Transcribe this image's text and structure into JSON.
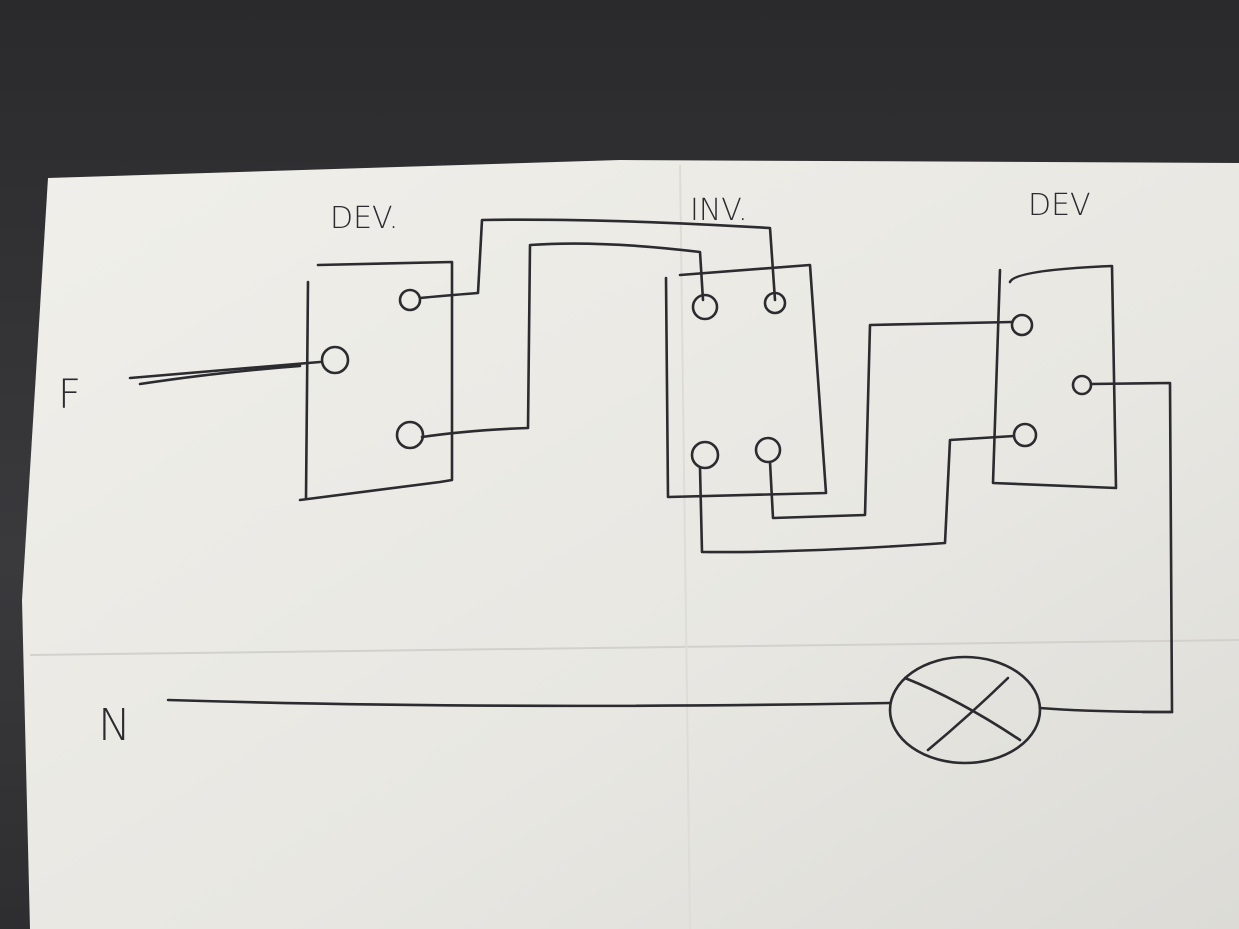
{
  "diagram": {
    "labels": {
      "switch_left": "DEV.",
      "switch_middle": "INV.",
      "switch_right": "DEV",
      "phase": "F",
      "neutral": "N"
    },
    "colors": {
      "paper": "#ecebe6",
      "ink": "#2b2b30",
      "background": "#333335"
    }
  }
}
